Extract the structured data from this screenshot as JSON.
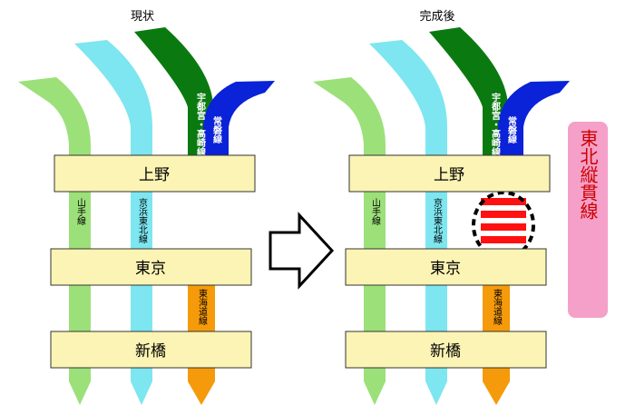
{
  "before": {
    "title": "現状",
    "stations": [
      "上野",
      "東京",
      "新橋"
    ],
    "lines": {
      "yamanote": "山手線",
      "keihin_tohoku": "京浜東北線",
      "utsunomiya_takasaki": "宇都宮・高崎線",
      "joban": "常磐線",
      "tokaido": "東海道線"
    }
  },
  "after": {
    "title": "完成後",
    "stations": [
      "上野",
      "東京",
      "新橋"
    ],
    "lines": {
      "yamanote": "山手線",
      "keihin_tohoku": "京浜東北線",
      "utsunomiya_takasaki": "宇都宮・高崎線",
      "joban": "常磐線",
      "tokaido": "東海道線"
    }
  },
  "side_label": "東北縦貫線",
  "colors": {
    "yamanote": "#9ce07a",
    "keihin_tohoku": "#7de6f0",
    "utsunomiya_takasaki": "#0a7a10",
    "joban": "#0a22d8",
    "tokaido": "#f59a0a",
    "station_box": "#fbf4b4",
    "new_link": "#ff1111",
    "side_label_bg": "#f5a0c8",
    "side_label_text": "#cc0000"
  }
}
